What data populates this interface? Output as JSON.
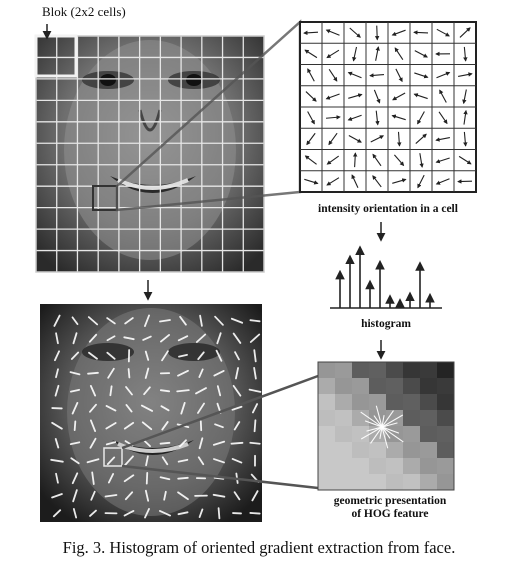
{
  "labels": {
    "block": "Blok (2x2 cells)",
    "cell_orientation": "intensity orientation in a cell",
    "histogram": "histogram",
    "geometric_line1": "geometric presentation",
    "geometric_line2": "of HOG feature",
    "caption": "Fig. 3. Histogram of oriented gradient extraction from face."
  },
  "histogram_bars": [
    0.55,
    0.78,
    0.92,
    0.4,
    0.7,
    0.18,
    0.12,
    0.22,
    0.68,
    0.2
  ],
  "colors": {
    "grid_line": "#e6e6e6",
    "block_highlight": "#f2f2f2",
    "connector": "#555555",
    "arrow": "#222222",
    "hog_glyph": "#ffffff"
  }
}
